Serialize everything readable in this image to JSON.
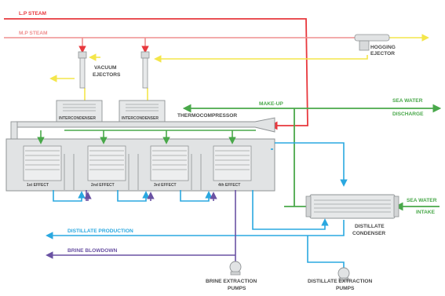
{
  "colors": {
    "lp_steam": "#e8383d",
    "mp_steam": "#ef8f8f",
    "yellow": "#f4e64a",
    "green": "#49a84a",
    "cyan": "#2aa8e0",
    "purple": "#6a52a3",
    "vessel_fill": "#e1e3e4",
    "vessel_stroke": "#8f9395"
  },
  "labels": {
    "lp_steam": "L.P STEAM",
    "mp_steam": "M.P STEAM",
    "hogging_ejector_1": "HOGGING",
    "hogging_ejector_2": "EJECTOR",
    "vacuum_ejectors_1": "VACUUM",
    "vacuum_ejectors_2": "EJECTORS",
    "intercondenser_1": "INTERCONDENSER",
    "intercondenser_2": "INTERCONDENSER",
    "thermocompressor": "THERMOCOMPRESSOR",
    "make_up": "MAKE-UP",
    "sea_water_discharge_1": "SEA WATER",
    "sea_water_discharge_2": "DISCHARGE",
    "effect_1": "1st EFFECT",
    "effect_2": "2nd EFFECT",
    "effect_3": "3rd EFFECT",
    "effect_4": "4th EFFECT",
    "sea_water_intake_1": "SEA WATER",
    "sea_water_intake_2": "INTAKE",
    "distillate_condenser_1": "DISTILLATE",
    "distillate_condenser_2": "CONDENSER",
    "distillate_production": "DISTILLATE PRODUCTION",
    "brine_blowdown": "BRINE BLOWDOWN",
    "brine_extraction_pumps_1": "BRINE EXTRACTION",
    "brine_extraction_pumps_2": "PUMPS",
    "distillate_extraction_pumps_1": "DISTILLATE EXTRACTION",
    "distillate_extraction_pumps_2": "PUMPS"
  }
}
